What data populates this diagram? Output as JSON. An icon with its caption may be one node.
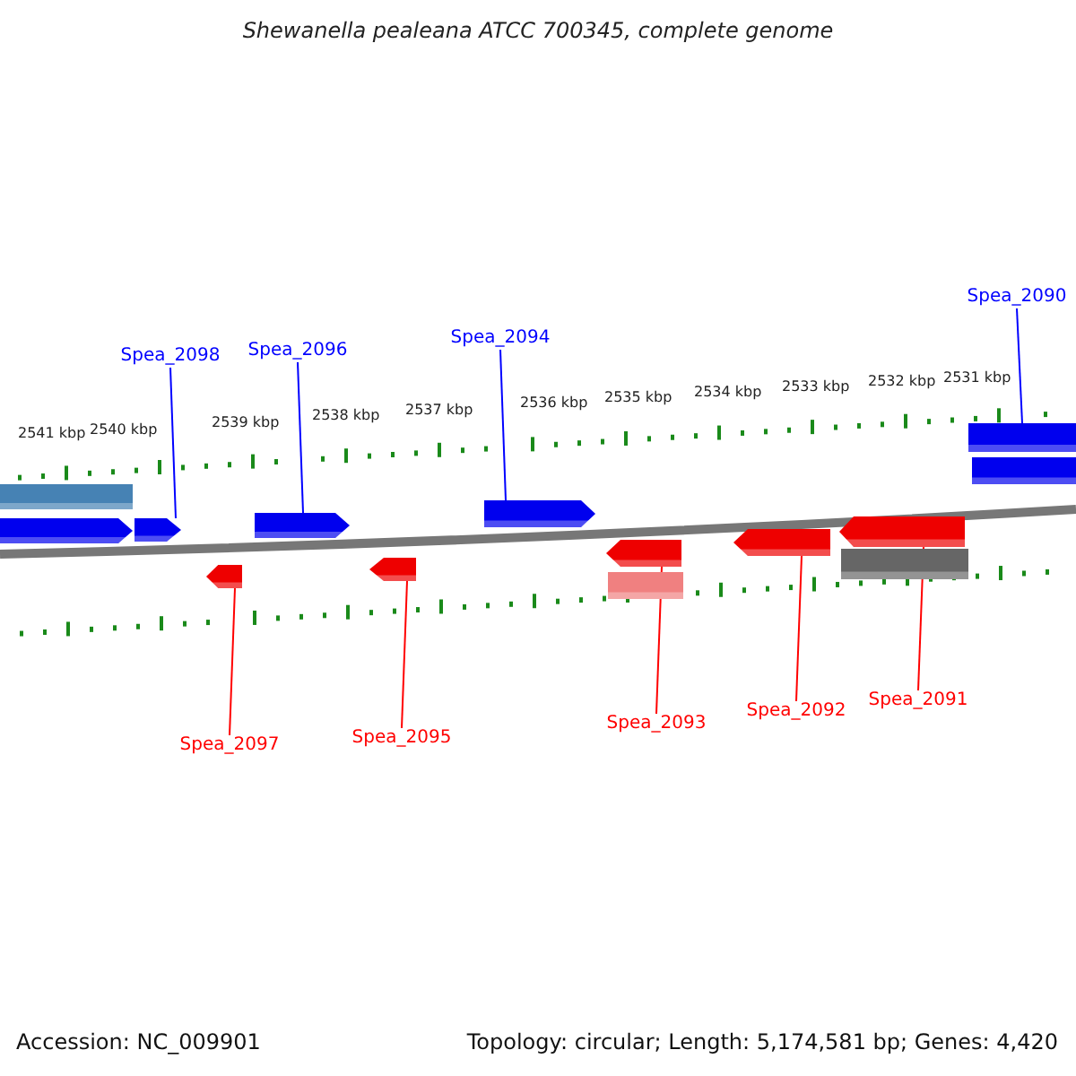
{
  "diagram": {
    "title": "Shewanella pealeana ATCC 700345, complete genome",
    "nodes": [
      {
        "text": [
          "Spea_2090"
        ]
      },
      {
        "text": [
          "Spea_2098"
        ]
      },
      {
        "text": [
          "Spea_2096"
        ]
      },
      {
        "text": [
          "Spea_2094"
        ]
      },
      {
        "text": [],
        "shape": "bar"
      },
      {
        "text": [],
        "shape": "arrow"
      },
      {
        "text": [],
        "shape": "arrow"
      },
      {
        "text": [],
        "shape": "arrow"
      },
      {
        "text": [],
        "shape": "arrow"
      },
      {
        "text": [],
        "shape": "bar"
      },
      {
        "text": [],
        "shape": "bar"
      },
      {
        "text": [],
        "shape": "arrow"
      },
      {
        "text": [],
        "shape": "arrow"
      },
      {
        "text": [],
        "shape": "arrow"
      },
      {
        "text": [],
        "shape": "bar"
      },
      {
        "text": [],
        "shape": "arrow"
      },
      {
        "text": [],
        "shape": "arrow"
      },
      {
        "text": [],
        "shape": "bar"
      },
      {
        "text": [
          "Spea_2097"
        ]
      },
      {
        "text": [
          "Spea_2095"
        ]
      },
      {
        "text": [
          "Spea_2093"
        ]
      },
      {
        "text": [
          "Spea_2092"
        ]
      },
      {
        "text": [
          "Spea_2091"
        ]
      }
    ],
    "edges": [
      {
        "from": 0,
        "to": 9,
        "arrow": "none",
        "color": "#0000ff"
      },
      {
        "from": 1,
        "to": 6,
        "arrow": "none",
        "color": "#0000ff"
      },
      {
        "from": 2,
        "to": 7,
        "arrow": "none",
        "color": "#0000ff"
      },
      {
        "from": 3,
        "to": 8,
        "arrow": "none",
        "color": "#0000ff"
      },
      {
        "from": 18,
        "to": 11,
        "arrow": "none",
        "color": "#ff0000"
      },
      {
        "from": 19,
        "to": 12,
        "arrow": "none",
        "color": "#ff0000"
      },
      {
        "from": 20,
        "to": 13,
        "arrow": "none",
        "color": "#ff0000"
      },
      {
        "from": 21,
        "to": 15,
        "arrow": "none",
        "color": "#ff0000"
      },
      {
        "from": 22,
        "to": 16,
        "arrow": "none",
        "color": "#ff0000"
      }
    ],
    "labels": [
      "2541 kbp",
      "2540 kbp",
      "2539 kbp",
      "2538 kbp",
      "2537 kbp",
      "2536 kbp",
      "2535 kbp",
      "2534 kbp",
      "2533 kbp",
      "2532 kbp",
      "2531 kbp",
      "Accession: NC_009901",
      "Topology: circular; Length: 5,174,581 bp; Genes: 4,420"
    ]
  }
}
